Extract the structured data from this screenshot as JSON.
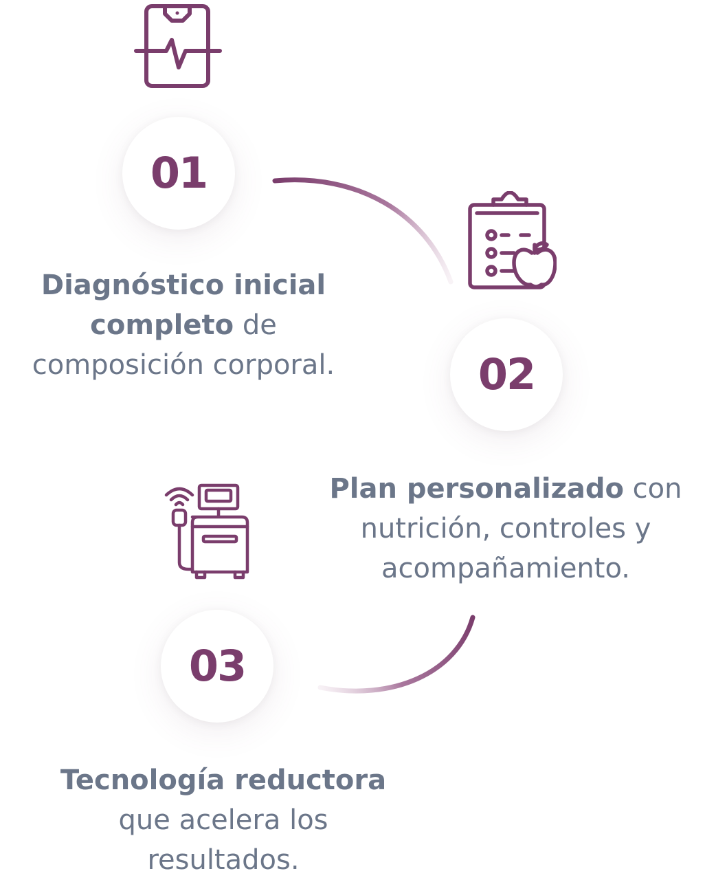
{
  "colors": {
    "accent": "#7a3d6c",
    "text": "#6b7689"
  },
  "steps": [
    {
      "number": "01",
      "icon": "medical-clipboard-heartbeat-icon",
      "bold": "Diagnóstico inicial completo",
      "line1_bold": "Diagnóstico inicial",
      "line2_bold": "completo",
      "line2_rest": " de",
      "line3": "composición corporal."
    },
    {
      "number": "02",
      "icon": "nutrition-checklist-apple-icon",
      "line1_bold": "Plan personalizado",
      "line1_rest": " con",
      "line2": "nutrición, controles y",
      "line3": "acompañamiento."
    },
    {
      "number": "03",
      "icon": "body-contouring-device-icon",
      "line1_bold": "Tecnología reductora",
      "line2": "que acelera los",
      "line3": "resultados."
    }
  ]
}
